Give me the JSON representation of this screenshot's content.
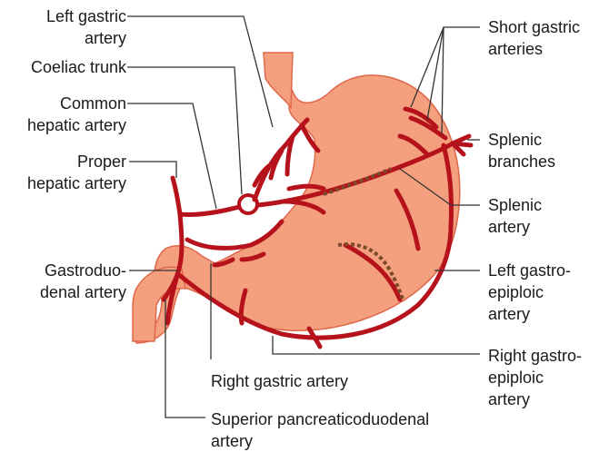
{
  "diagram": {
    "colors": {
      "stomach_fill": "#f4a07f",
      "stomach_outline": "#e0674a",
      "artery": "#b5121b",
      "leader": "#333333"
    },
    "labels": {
      "left_gastric": [
        "Left gastric",
        "artery"
      ],
      "coeliac_trunk": [
        "Coeliac trunk"
      ],
      "common_hepatic": [
        "Common",
        "hepatic artery"
      ],
      "proper_hepatic": [
        "Proper",
        "hepatic artery"
      ],
      "gastroduodenal": [
        "Gastroduo-",
        "denal artery"
      ],
      "short_gastric": [
        "Short gastric",
        "arteries"
      ],
      "splenic_branches": [
        "Splenic",
        "branches"
      ],
      "splenic_artery": [
        "Splenic",
        "artery"
      ],
      "left_gastroepiploic": [
        "Left gastro-",
        "epiploic",
        "artery"
      ],
      "right_gastroepiploic": [
        "Right gastro-",
        "epiploic",
        "artery"
      ],
      "right_gastric": [
        "Right gastric artery"
      ],
      "superior_pancreaticoduodenal": [
        "Superior pancreaticoduodenal",
        "artery"
      ]
    }
  }
}
